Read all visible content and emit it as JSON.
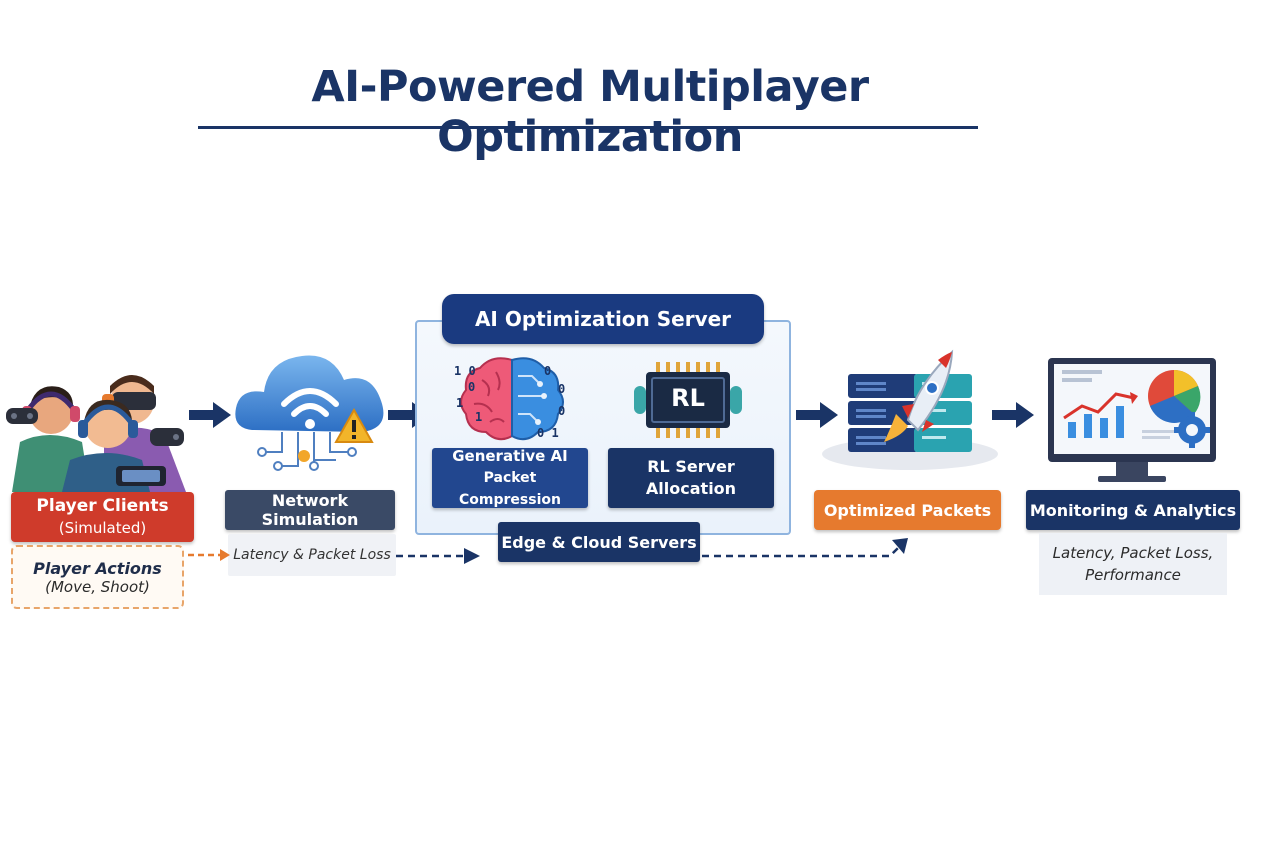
{
  "title": "AI-Powered Multiplayer Optimization",
  "colors": {
    "navy": "#1a3466",
    "red": "#cf3b2b",
    "orange": "#e67a2e",
    "slate": "#3a4a66",
    "blue_panel": "#22478f"
  },
  "player_clients": {
    "title": "Player Clients",
    "subtitle": "(Simulated)",
    "actions_title": "Player Actions",
    "actions_detail": "(Move, Shoot)"
  },
  "network": {
    "title": "Network Simulation",
    "detail": "Latency & Packet Loss"
  },
  "ai_server": {
    "header": "AI Optimization Server",
    "genai_line1": "Generative AI",
    "genai_line2": "Packet Compression",
    "rl_chip_label": "RL",
    "rl_line1": "RL Server",
    "rl_line2": "Allocation",
    "edge_label": "Edge & Cloud Servers",
    "binary": [
      "1 0",
      "1",
      "0",
      "1",
      "0",
      "0",
      "0",
      "0 1"
    ]
  },
  "optimized": {
    "title": "Optimized Packets"
  },
  "monitoring": {
    "title": "Monitoring & Analytics",
    "detail_line1": "Latency, Packet Loss,",
    "detail_line2": "Performance"
  }
}
